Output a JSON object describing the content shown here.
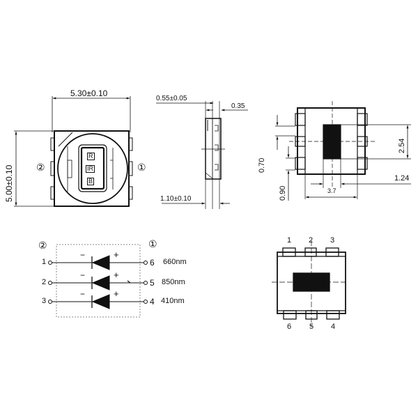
{
  "front_view": {
    "width_dim": "5.30±0.10",
    "height_dim": "5.00±0.10",
    "left_marker": "②",
    "right_marker": "①",
    "chip_labels": [
      "R",
      "IR",
      "B"
    ]
  },
  "side_view": {
    "top_dim": "0.55±0.05",
    "right_dim": "0.35",
    "bottom_dim": "1.10±0.10"
  },
  "pad_layout": {
    "pitch_dim": "2.54",
    "left_dim_1": "0.70",
    "left_dim_2": "0.90",
    "width_dim": "3.7",
    "right_dim": "1.24"
  },
  "schematic": {
    "left_marker": "②",
    "right_marker": "①",
    "rows": [
      {
        "left_pin": "1",
        "right_pin": "6",
        "wavelength": "660nm",
        "minus": "−",
        "plus": "+"
      },
      {
        "left_pin": "2",
        "right_pin": "5",
        "wavelength": "850nm",
        "minus": "−",
        "plus": "+"
      },
      {
        "left_pin": "3",
        "right_pin": "4",
        "wavelength": "410nm",
        "minus": "−",
        "plus": "+"
      }
    ]
  },
  "pinout": {
    "top_pins": [
      "1",
      "2",
      "3"
    ],
    "bottom_pins": [
      "6",
      "5",
      "4"
    ]
  }
}
